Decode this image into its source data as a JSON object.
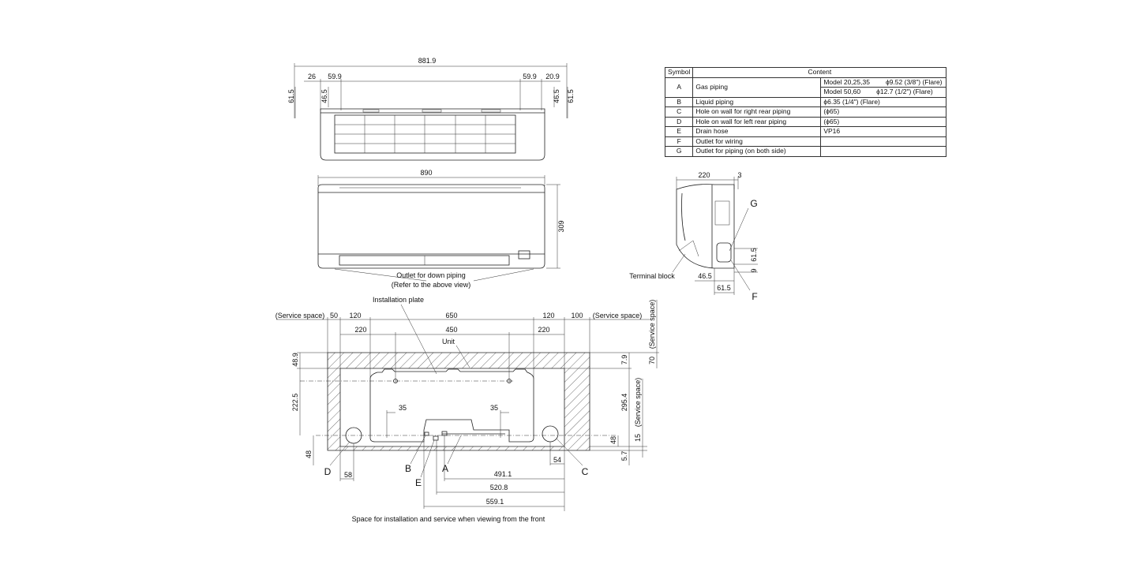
{
  "table": {
    "headers": [
      "Symbol",
      "Content"
    ],
    "rows": [
      {
        "symbol": "A",
        "content": "Gas piping",
        "values": [
          "Model 20,25,35",
          "ϕ9.52 (3/8\") (Flare)",
          "Model 50,60",
          "ϕ12.7 (1/2\") (Flare)"
        ]
      },
      {
        "symbol": "B",
        "content": "Liquid piping",
        "value": "ϕ6.35 (1/4\") (Flare)"
      },
      {
        "symbol": "C",
        "content": "Hole on wall for right rear piping",
        "value": "(ϕ65)"
      },
      {
        "symbol": "D",
        "content": "Hole on wall for left rear piping",
        "value": "(ϕ65)"
      },
      {
        "symbol": "E",
        "content": "Drain hose",
        "value": "VP16"
      },
      {
        "symbol": "F",
        "content": "Outlet for wiring",
        "value": ""
      },
      {
        "symbol": "G",
        "content": "Outlet for piping (on both side)",
        "value": ""
      }
    ]
  },
  "top_view": {
    "width": "881.9",
    "left1": "26",
    "left2": "59.9",
    "right1": "59.9",
    "right2": "20.9",
    "h1": "46.5",
    "h2": "61.5"
  },
  "front_view": {
    "width": "890",
    "height": "309",
    "note1": "Outlet for down piping",
    "note2": "(Refer to the above view)"
  },
  "side_view": {
    "depth": "220",
    "gap": "3",
    "g": "G",
    "f": "F",
    "terminal": "Terminal block",
    "d1": "46.5",
    "d2": "61.5",
    "v1": "61.5",
    "v2": "9"
  },
  "install": {
    "plate": "Installation plate",
    "unit": "Unit",
    "service": "(Service space)",
    "top_row": [
      "50",
      "120",
      "650",
      "120",
      "100"
    ],
    "second_row": [
      "220",
      "450",
      "220"
    ],
    "left": [
      "48.9",
      "222.5",
      "48"
    ],
    "right": [
      "7.9",
      "70",
      "295.4",
      "15",
      "48",
      "5.7"
    ],
    "inner": [
      "35",
      "35"
    ],
    "labels": [
      "D",
      "B",
      "E",
      "A",
      "C"
    ],
    "bottom": [
      "58",
      "54",
      "491.1",
      "520.8",
      "559.1"
    ],
    "caption": "Space for installation and service when viewing from the front"
  }
}
